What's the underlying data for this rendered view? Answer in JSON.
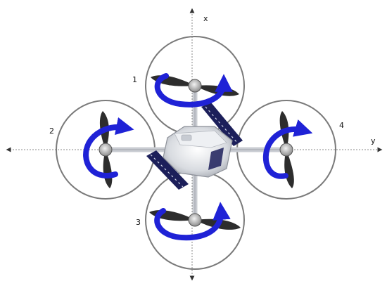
{
  "axes": {
    "x_label": "x",
    "y_label": "y"
  },
  "rotors": [
    {
      "label": "1"
    },
    {
      "label": "2"
    },
    {
      "label": "3"
    },
    {
      "label": "4"
    }
  ],
  "colors": {
    "spin_arrow": "#1f22d6",
    "rotor_ring": "#7a7a7a",
    "axis": "#8a8a8a",
    "propeller": "#2d2d2d",
    "frame_stripe": "#1c1f5a"
  }
}
